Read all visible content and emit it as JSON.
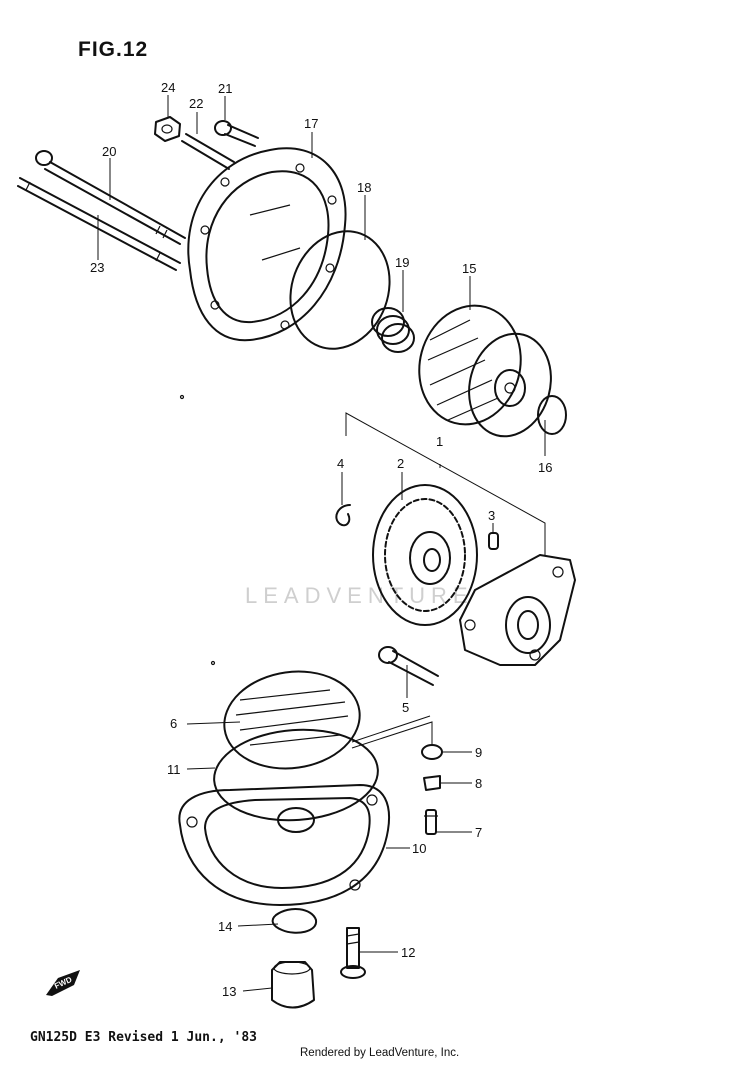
{
  "figure": {
    "title": "FIG.12",
    "footer_left": "GN125D E3  Revised 1 Jun., '83",
    "footer_right": "Rendered by LeadVenture, Inc.",
    "watermark": "LEADVENTURE",
    "fwd_label": "FWD"
  },
  "callouts": [
    "1",
    "2",
    "3",
    "4",
    "5",
    "6",
    "7",
    "8",
    "9",
    "10",
    "11",
    "12",
    "13",
    "14",
    "15",
    "16",
    "17",
    "18",
    "19",
    "20",
    "21",
    "22",
    "23",
    "24"
  ]
}
